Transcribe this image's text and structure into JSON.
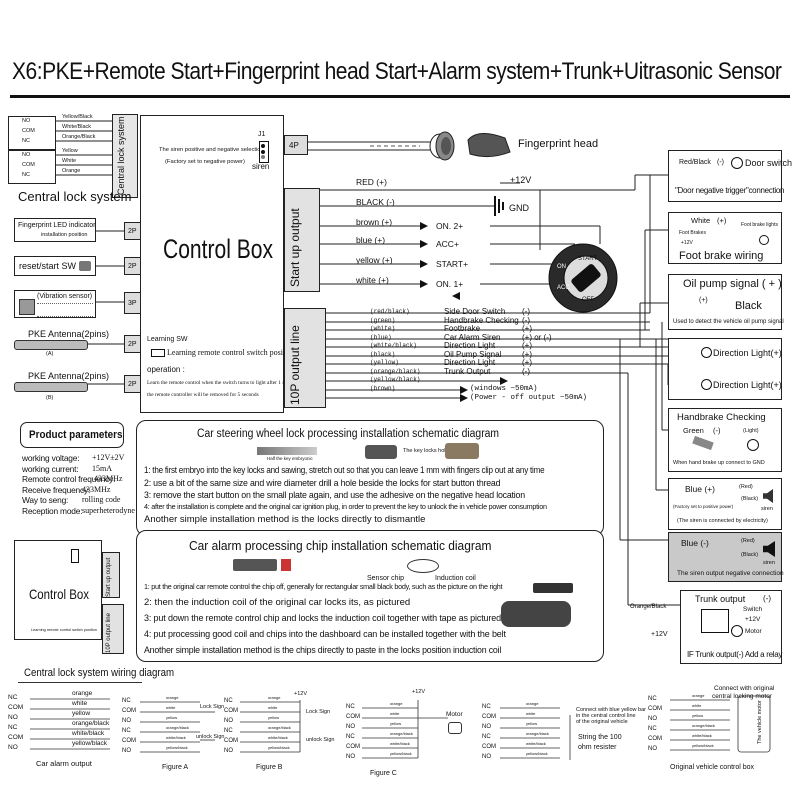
{
  "title": "X6:PKE+Remote Start+Fingerprint head  Start+Alarm system+Trunk+Uitrasonic Sensor",
  "central_lock": {
    "vertical_label": "Central lock system",
    "title": "Central lock system",
    "wires_top": [
      {
        "pin": "NO",
        "color": "Yellow/Black"
      },
      {
        "pin": "COM",
        "color": "White/Black"
      },
      {
        "pin": "NC",
        "color": "Orange/Black"
      }
    ],
    "wires_bottom": [
      {
        "pin": "NO",
        "color": "Yellow"
      },
      {
        "pin": "COM",
        "color": "White"
      },
      {
        "pin": "NC",
        "color": "Orange"
      }
    ]
  },
  "left_modules": [
    {
      "label": "Fingerprint LED indicator",
      "sub": "installation position",
      "pin": "2P"
    },
    {
      "label": "reset/start SW",
      "sub": "",
      "pin": "2P"
    },
    {
      "label": "(Vibration sensor)",
      "sub": "",
      "pin": "3P"
    },
    {
      "label": "PKE Antenna(2pins)",
      "sub": "(A)",
      "pin": "2P"
    },
    {
      "label": "PKE Antenna(2pins)",
      "sub": "(B)",
      "pin": "2P"
    }
  ],
  "control_box": {
    "title": "Control Box",
    "siren_note": "The siren positive and negative selection",
    "siren_note2": "(Factory set to negative power)",
    "j1": "J1",
    "siren": "siren",
    "pin_4p": "4P",
    "learning_sw": "Learning SW",
    "learning_note": "Learning remote control switch position",
    "operation": "operation :",
    "op1": "Learn the remote control when the switch turns to light after 1 second, and",
    "op2": "the remote controller will be removed for 5 seconds"
  },
  "fingerprint": {
    "label": "Fingerprint head"
  },
  "start_up_output": {
    "label": "Start up output",
    "plus12": "+12V",
    "wires": [
      {
        "color": "RED  (+)",
        "dest": ""
      },
      {
        "color": "BLACK (-)",
        "dest": "GND"
      },
      {
        "color": "brown  (+)",
        "dest": "ON. 2+"
      },
      {
        "color": "blue  (+)",
        "dest": "ACC+"
      },
      {
        "color": "yellow  (+)",
        "dest": "START+"
      },
      {
        "color": "white  (+)",
        "dest": "ON. 1+"
      }
    ],
    "key_labels": {
      "start": "START",
      "on": "ON",
      "acc": "ACC",
      "off": "OFF"
    }
  },
  "output_10p": {
    "label": "10P output line",
    "rows": [
      {
        "color": "(red/black)",
        "name": "Side Door Switch",
        "pol": "(-)"
      },
      {
        "color": "(green)",
        "name": "Handbrake Checking",
        "pol": "(-)"
      },
      {
        "color": "(white)",
        "name": "Footbrake",
        "pol": "(+)"
      },
      {
        "color": "(blue)",
        "name": "Car Alarm Siren",
        "pol": "(+) or (-)"
      },
      {
        "color": "(white/black)",
        "name": "Direction Light",
        "pol": "(+)"
      },
      {
        "color": "(black)",
        "name": "Oil Pump Signal",
        "pol": "(+)"
      },
      {
        "color": "(yellow)",
        "name": "Direction Light",
        "pol": "(+)"
      },
      {
        "color": "(orange/black)",
        "name": "Trunk  Output",
        "pol": "(-)"
      },
      {
        "color": "(yellow/black)",
        "name": "",
        "pol": ""
      },
      {
        "color": "(brown)",
        "name": "",
        "pol": ""
      }
    ],
    "windows": "(windows    ~50mA)",
    "power_off": "(Power - off output   ~50mA)"
  },
  "right_panels": {
    "door": {
      "title": "Door switch",
      "rb": "Red/Black",
      "minus": "(-)",
      "note": "\"Door negative trigger\"connection"
    },
    "foot": {
      "title": "Foot brake wiring",
      "white": "White",
      "plus": "(+)",
      "fb": "Foot Brakes",
      "fbl": "Foot brake lights",
      "v": "+12V"
    },
    "oil": {
      "title": "Oil pump signal ( + )",
      "plus": "(+)",
      "black": "Black",
      "note": "Used to detect the vehicle oil pump signal"
    },
    "dir1": "Direction Light(+)",
    "dir2": "Direction Light(+)",
    "hand": {
      "title": "Handbrake Checking",
      "green": "Green",
      "minus": "(-)",
      "light": "(Light)",
      "note": "When hand brake up connect to GND"
    },
    "blue_plus": {
      "title": "Blue (+)",
      "red": "(Red)",
      "black": "(Black)",
      "factory": "(Factory set to positive power)",
      "siren": "siren",
      "note": "(The siren is connected by electricity)"
    },
    "blue_minus": {
      "title": "Blue (-)",
      "red": "(Red)",
      "black": "(Black)",
      "siren": "siren",
      "note": "The siren output negative connection"
    },
    "trunk": {
      "title": "Trunk  output",
      "minus": "(-)",
      "ob": "Orange/Black",
      "sw": "Switch",
      "v1": "+12V",
      "v2": "+12V",
      "motor": "Motor",
      "note": "IF Trunk output(-)  Add  a  relay"
    }
  },
  "product_params": {
    "title": "Product parameters",
    "rows": [
      {
        "k": "working voltage:",
        "v": "+12V±2V"
      },
      {
        "k": "working current:",
        "v": "15mA"
      },
      {
        "k": "Remote control frequency:",
        "v": "433MHz"
      },
      {
        "k": "Receive frequency:",
        "v": "433MHz"
      },
      {
        "k": "Way to seng:",
        "v": "rolling code"
      },
      {
        "k": "Reception mode:",
        "v": "superheterodyne"
      }
    ]
  },
  "steering": {
    "title": "Car steering wheel lock processing installation schematic diagram",
    "img1": "Half the key embryonic",
    "img2": "The key locks hole",
    "lines": [
      "1: the first embryo into the key locks and sawing, stretch out so that you can leave 1 mm with fingers clip out at any time",
      "2: use a bit of the same size and wire diameter drill a hole beside the locks for start button thread",
      "3: remove the start button on the small plate again, and use the adhesive on the negative head location",
      "4: after the installation is complete and the original car ignition plug, in order to prevent the key to unlock the in vehicle power consumption",
      "Another simple installation method is the locks directly to dismantle"
    ]
  },
  "alarm_chip": {
    "title": "Car alarm processing chip installation schematic diagram",
    "chip": "Sensor chip",
    "coil": "Induction coil",
    "lines": [
      "1: put the original car remote control the chip off, generally for rectangular small black body, such as the picture on the right",
      "2: then the induction coil of the original car locks its, as pictured",
      "3: put down the remote control chip and locks the induction coil together with tape as pictured",
      "4: put processing good coil and chips into the dashboard can be installed together with the belt",
      "Another simple installation method is the chips directly to paste in the locks position induction coil"
    ]
  },
  "mini_box": {
    "title": "Control Box",
    "label_10p": "10P output line",
    "label_start": "Start up output",
    "note": "Learning remote control switch position"
  },
  "wiring": {
    "title": "Central lock system wiring  diagram",
    "car_alarm": {
      "title": "Car alarm output",
      "rows": [
        {
          "pin": "NC",
          "color": "orange"
        },
        {
          "pin": "COM",
          "color": "white"
        },
        {
          "pin": "NO",
          "color": "yellow"
        },
        {
          "pin": "NC",
          "color": "orange/black"
        },
        {
          "pin": "COM",
          "color": "white/black"
        },
        {
          "pin": "NO",
          "color": "yellow/black"
        }
      ]
    },
    "figA": {
      "title": "Figure A",
      "lock": "Lock Sign",
      "unlock": "unlock Sign"
    },
    "figB": {
      "title": "Figure B",
      "lock": "Lock Sign",
      "unlock": "unlock Sign",
      "v": "+12V"
    },
    "figC": {
      "title": "Figure C",
      "motor": "Motor",
      "v": "+12V"
    },
    "figD": {
      "note1": "Connect with blue yellow bar",
      "note2": "in the central control line",
      "note3": "of the original vehicle",
      "string": "String the 100",
      "ohm": "ohm resister"
    },
    "figE": {
      "title": "Connect with original",
      "title2": "central locking motor",
      "footer": "Original vehicle control box",
      "side": "The vehicle motor"
    }
  }
}
